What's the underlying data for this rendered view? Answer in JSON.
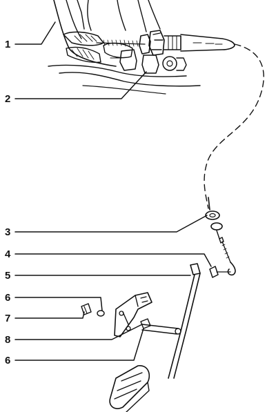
{
  "callouts": [
    {
      "id": "1"
    },
    {
      "id": "2"
    },
    {
      "id": "3"
    },
    {
      "id": "4"
    },
    {
      "id": "5"
    },
    {
      "id": "6"
    },
    {
      "id": "7"
    },
    {
      "id": "8"
    },
    {
      "id": "6"
    }
  ],
  "colors": {
    "ink": "#111111",
    "paper": "#ffffff"
  }
}
